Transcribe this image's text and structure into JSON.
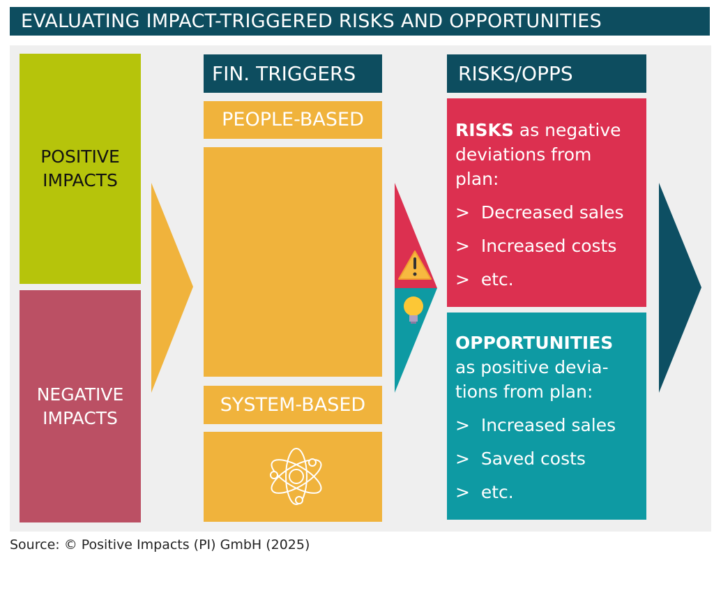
{
  "title": "EVALUATING IMPACT-TRIGGERED RISKS AND OPPORTUNITIES",
  "impacts": {
    "positive": [
      "POSITIVE",
      "IMPACTS"
    ],
    "negative": [
      "NEGATIVE",
      "IMPACTS"
    ]
  },
  "triggers": {
    "header": "FIN. TRIGGERS",
    "people": "PEOPLE-BASED",
    "system": "SYSTEM-BASED"
  },
  "outcomes": {
    "header": "RISKS/OPPS",
    "risks": {
      "bold": "RISKS",
      "lines": [
        " as negative",
        "deviations from",
        "plan:"
      ],
      "items": [
        "Decreased sales",
        "Increased costs",
        "etc."
      ]
    },
    "opps": {
      "bold": "OPPORTUNITIES",
      "lines": [
        "as positive devia-",
        "tions from plan:"
      ],
      "items": [
        "Increased sales",
        "Saved costs",
        "etc."
      ]
    }
  },
  "source": "Source: © Positive Impacts (PI) GmbH (2025)",
  "colors": {
    "dark": "#0d4d5f",
    "green": "#b6c40b",
    "negative": "#bb5064",
    "orange": "#f0b33c",
    "red": "#dc3050",
    "teal": "#0e9aa3"
  }
}
